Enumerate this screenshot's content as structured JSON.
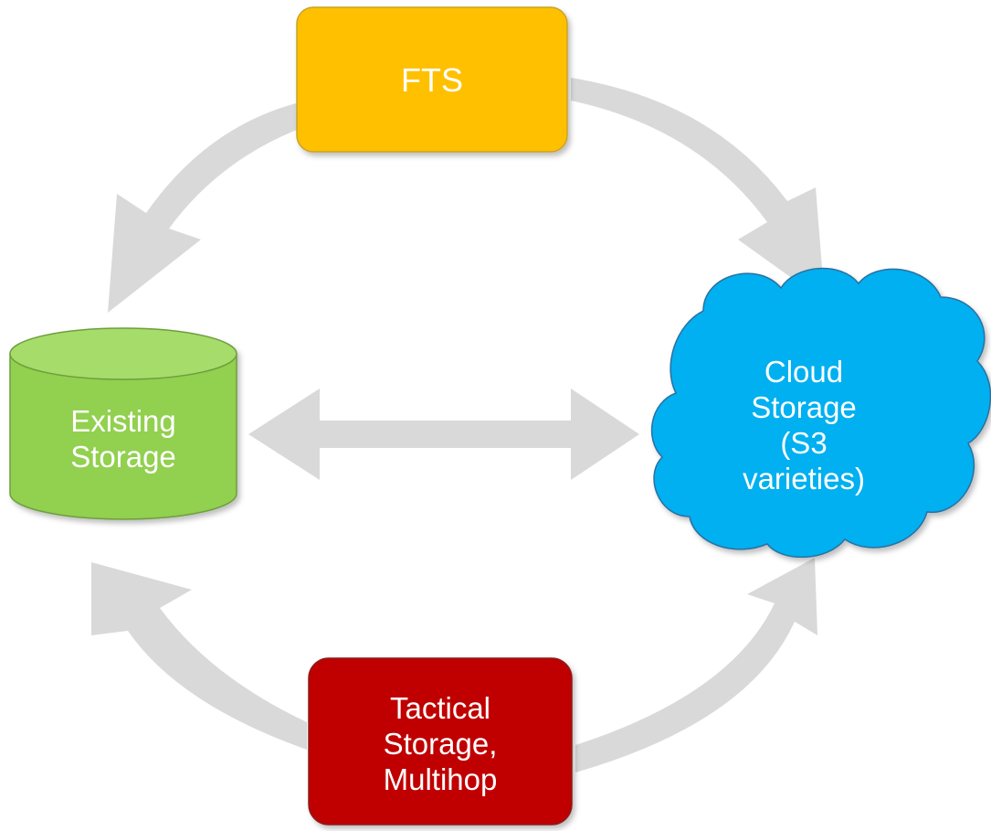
{
  "diagram": {
    "nodes": {
      "fts": {
        "label": "FTS",
        "color": "#FFC000",
        "border": "#D4A017"
      },
      "existing_storage": {
        "label": "Existing\nStorage",
        "color": "#92D050",
        "border": "#6E9E3C"
      },
      "cloud_storage": {
        "label": "Cloud\nStorage\n(S3\nvarieties)",
        "color": "#00B0F0",
        "border": "#2C6FA1"
      },
      "tactical_storage": {
        "label": "Tactical\nStorage,\nMultihop",
        "color": "#C00000",
        "border": "#8B1A1A"
      }
    },
    "edges": [
      {
        "from": "fts",
        "to": "existing_storage"
      },
      {
        "from": "fts",
        "to": "cloud_storage"
      },
      {
        "from": "existing_storage",
        "to": "cloud_storage",
        "bidirectional": true
      },
      {
        "from": "tactical_storage",
        "to": "existing_storage"
      },
      {
        "from": "tactical_storage",
        "to": "cloud_storage"
      }
    ],
    "arrow_color": "#D9D9D9"
  }
}
